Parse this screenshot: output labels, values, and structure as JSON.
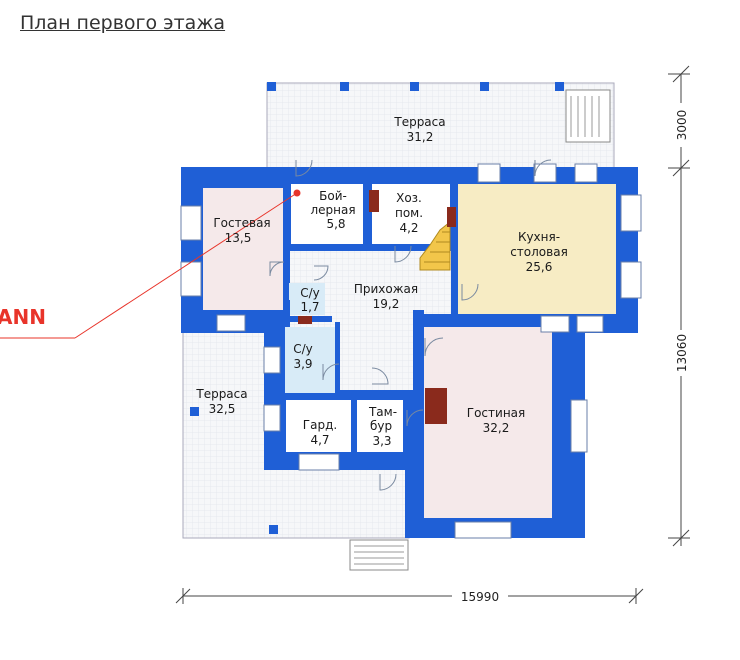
{
  "page": {
    "title": "План первого этажа"
  },
  "rooms": {
    "terrace_top": {
      "name": "Терраса",
      "area": "31,2"
    },
    "boiler": {
      "name1": "Бой-",
      "name2": "лерная",
      "area": "5,8"
    },
    "storage": {
      "name1": "Хоз.",
      "name2": "пом.",
      "area": "4,2"
    },
    "guest": {
      "name": "Гостевая",
      "area": "13,5"
    },
    "kitchen": {
      "name1": "Кухня-",
      "name2": "столовая",
      "area": "25,6"
    },
    "hall": {
      "name": "Прихожая",
      "area": "19,2"
    },
    "wc1": {
      "name": "С/у",
      "area": "1,7"
    },
    "wc2": {
      "name": "С/у",
      "area": "3,9"
    },
    "terrace_left": {
      "name": "Терраса",
      "area": "32,5"
    },
    "wardrobe": {
      "name": "Гард.",
      "area": "4,7"
    },
    "vestibule": {
      "name1": "Там-",
      "name2": "бур",
      "area": "3,3"
    },
    "living": {
      "name": "Гостиная",
      "area": "32,2"
    }
  },
  "dimensions": {
    "width": "15990",
    "height_main": "13060",
    "height_top": "3000"
  },
  "brand": {
    "text": "ANN"
  },
  "colors": {
    "wall": "#1f5fd6",
    "kitchen": "#f7ecc4",
    "pink": "#f5e9ea",
    "wc": "#d8ebf7",
    "grid": "#e4e8ee",
    "stove": "#8a2a1c",
    "brand": "#e8342a"
  }
}
